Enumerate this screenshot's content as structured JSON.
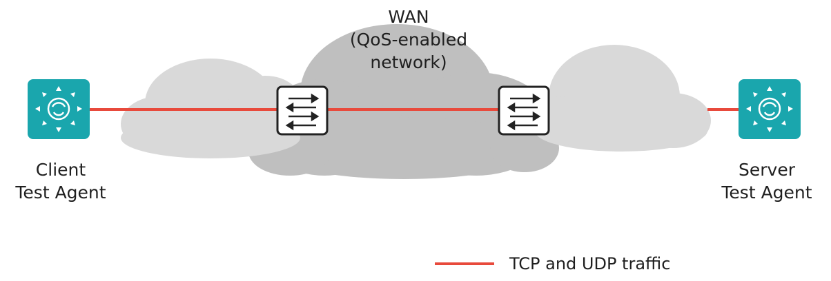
{
  "wan": {
    "line1": "WAN",
    "line2": "(QoS-enabled",
    "line3": "network)"
  },
  "client_agent": {
    "line1": "Client",
    "line2": "Test Agent",
    "icon": "test-agent-icon"
  },
  "server_agent": {
    "line1": "Server",
    "line2": "Test Agent",
    "icon": "test-agent-icon"
  },
  "routers": [
    {
      "icon": "router-arrows-icon"
    },
    {
      "icon": "router-arrows-icon"
    }
  ],
  "legend": {
    "label": "TCP and UDP traffic",
    "color": "#e84a3c"
  },
  "colors": {
    "agent_teal": "#1aa6ad",
    "wan_cloud": "#bfbfbf",
    "side_cloud": "#d9d9d9",
    "traffic_line": "#e84a3c"
  }
}
